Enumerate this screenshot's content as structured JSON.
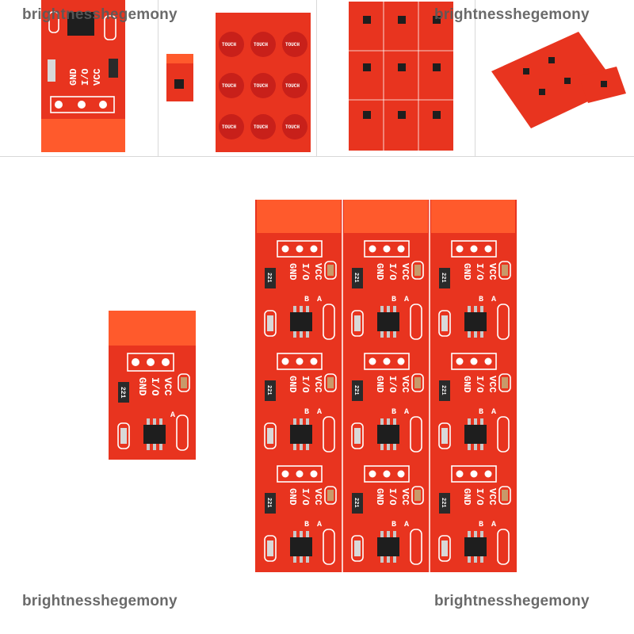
{
  "watermark": {
    "text": "brightnesshegemony"
  },
  "module": {
    "pin_labels": [
      "GND",
      "I/O",
      "VCC"
    ],
    "jumper_labels": [
      "A",
      "B"
    ],
    "smd_marking": "221"
  },
  "touch_panel": {
    "pad_label": "TOUCH"
  },
  "colors": {
    "pcb": "#e8341f",
    "touch_pad_area": "#ff5a2c",
    "silkscreen": "#ffffff",
    "chip": "#1e1e1e",
    "background": "#ffffff"
  }
}
